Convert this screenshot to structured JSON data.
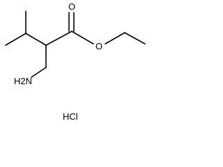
{
  "molecule": {
    "atoms": {
      "carbonyl_oxygen": "O",
      "ester_oxygen": "O",
      "amine": "H2N"
    },
    "counterion": "HCl"
  }
}
